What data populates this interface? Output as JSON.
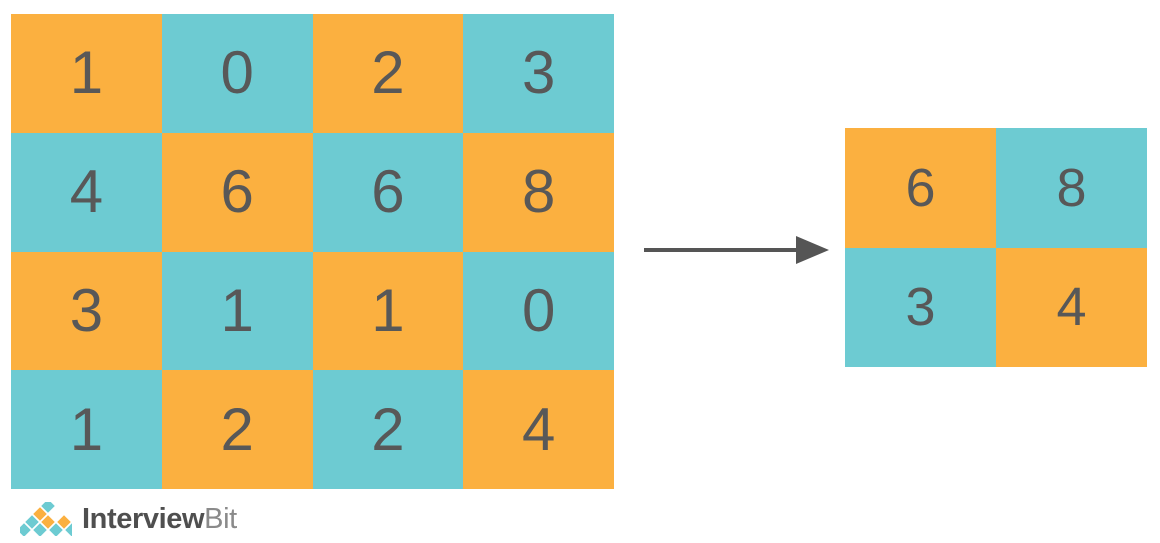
{
  "page": {
    "title": "Matrix sub-block extraction illustration",
    "background_color": "#ffffff"
  },
  "colors": {
    "orange": "#FBB040",
    "teal": "#6DCBD2",
    "digit_text": "#585858",
    "arrow": "#555555",
    "logo_primary": "#4f4f4f",
    "logo_secondary": "#8a8a8a"
  },
  "source_matrix": {
    "label": "source-matrix",
    "rows": 4,
    "cols": 4,
    "cells": [
      {
        "value": "1",
        "fill": "orange"
      },
      {
        "value": "0",
        "fill": "teal"
      },
      {
        "value": "2",
        "fill": "orange"
      },
      {
        "value": "3",
        "fill": "teal"
      },
      {
        "value": "4",
        "fill": "teal"
      },
      {
        "value": "6",
        "fill": "orange"
      },
      {
        "value": "6",
        "fill": "teal"
      },
      {
        "value": "8",
        "fill": "orange"
      },
      {
        "value": "3",
        "fill": "orange"
      },
      {
        "value": "1",
        "fill": "teal"
      },
      {
        "value": "1",
        "fill": "orange"
      },
      {
        "value": "0",
        "fill": "teal"
      },
      {
        "value": "1",
        "fill": "teal"
      },
      {
        "value": "2",
        "fill": "orange"
      },
      {
        "value": "2",
        "fill": "teal"
      },
      {
        "value": "4",
        "fill": "orange"
      }
    ]
  },
  "result_matrix": {
    "label": "result-matrix",
    "rows": 2,
    "cols": 2,
    "cells": [
      {
        "value": "6",
        "fill": "orange"
      },
      {
        "value": "8",
        "fill": "teal"
      },
      {
        "value": "3",
        "fill": "teal"
      },
      {
        "value": "4",
        "fill": "orange"
      }
    ]
  },
  "arrow": {
    "name": "right-arrow-icon",
    "direction": "right",
    "color": "#555555"
  },
  "logo": {
    "mark_name": "interviewbit-diamond-mark-icon",
    "text_primary": "Interview",
    "text_secondary": "Bit"
  }
}
